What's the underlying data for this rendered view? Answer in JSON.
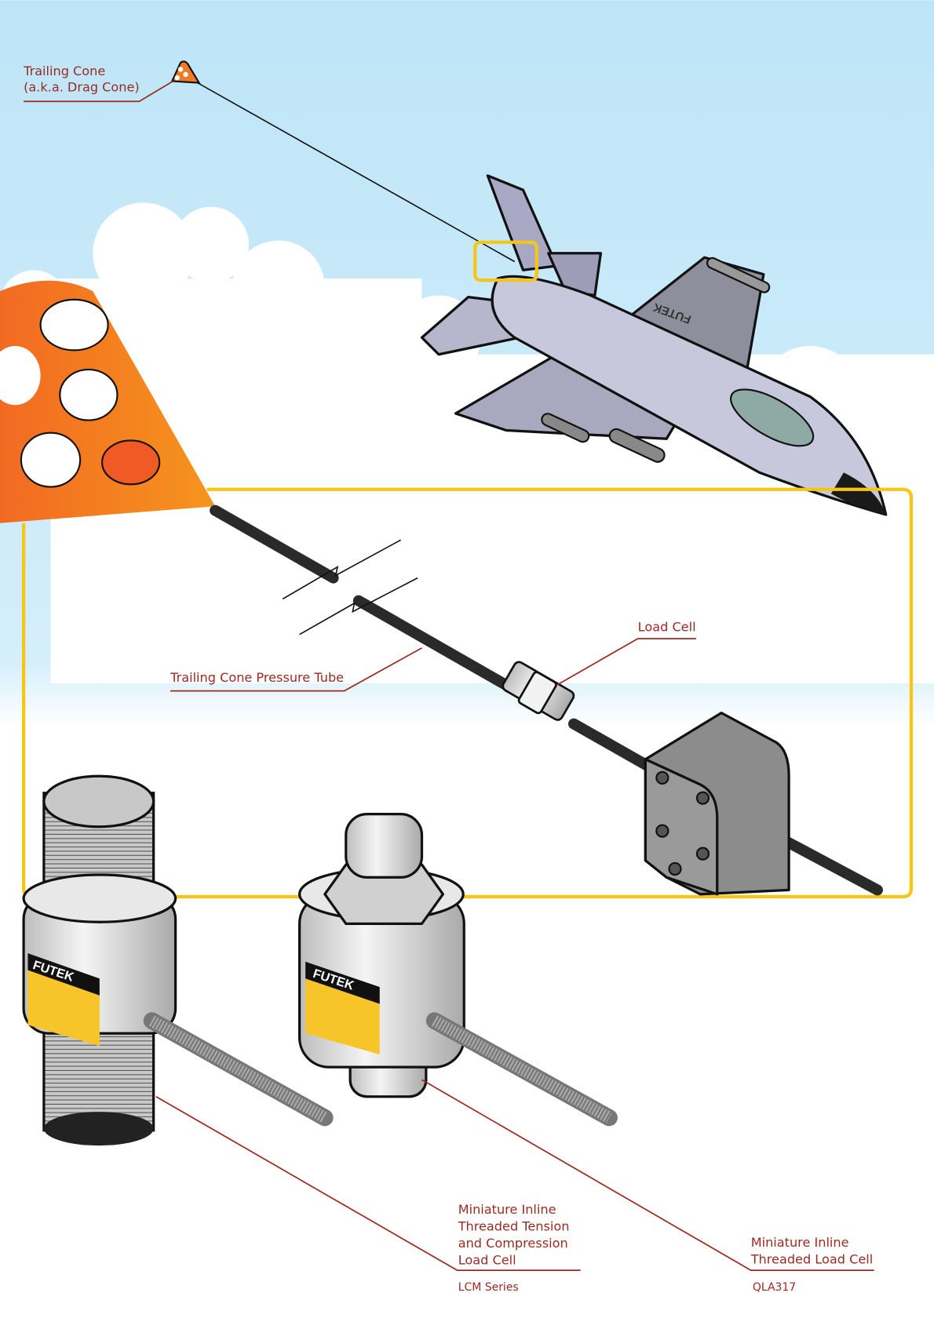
{
  "labels": {
    "trailing_cone": [
      "Trailing Cone",
      "(a.k.a. Drag Cone)"
    ],
    "pressure_tube": "Trailing Cone Pressure Tube",
    "load_cell": "Load Cell",
    "lcm": {
      "lines": [
        "Miniature Inline",
        "Threaded Tension",
        "and Compression",
        "Load Cell"
      ],
      "model": "LCM Series"
    },
    "qla": {
      "lines": [
        "Miniature Inline",
        "Threaded Load Cell"
      ],
      "model": "QLA317"
    }
  },
  "brand": {
    "logo_text": "FUTEK"
  },
  "colors": {
    "label": "#9b2a22",
    "highlight": "#f5c518",
    "cone": "#f07a22",
    "sky": "#bfe6f8"
  }
}
